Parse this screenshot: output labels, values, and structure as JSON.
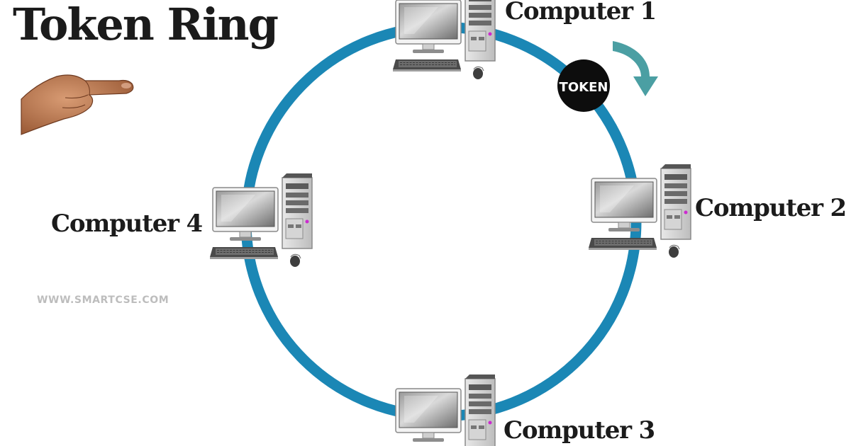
{
  "title": "Token Ring",
  "token_label": "TOKEN",
  "watermark": "WWW.SMARTCSE.COM",
  "computers": [
    {
      "label": "Computer 1"
    },
    {
      "label": "Computer 2"
    },
    {
      "label": "Computer 3"
    },
    {
      "label": "Computer 4"
    }
  ],
  "colors": {
    "ring": "#1b87b5",
    "arrow": "#4b9fa3",
    "token": "#0d0d0d",
    "text": "#1b1b1b",
    "watermark": "#bdbdbd"
  },
  "icons": {
    "pointer": "pointing-hand-icon",
    "direction": "curved-arrow-icon",
    "computer": "desktop-computer-icon"
  }
}
